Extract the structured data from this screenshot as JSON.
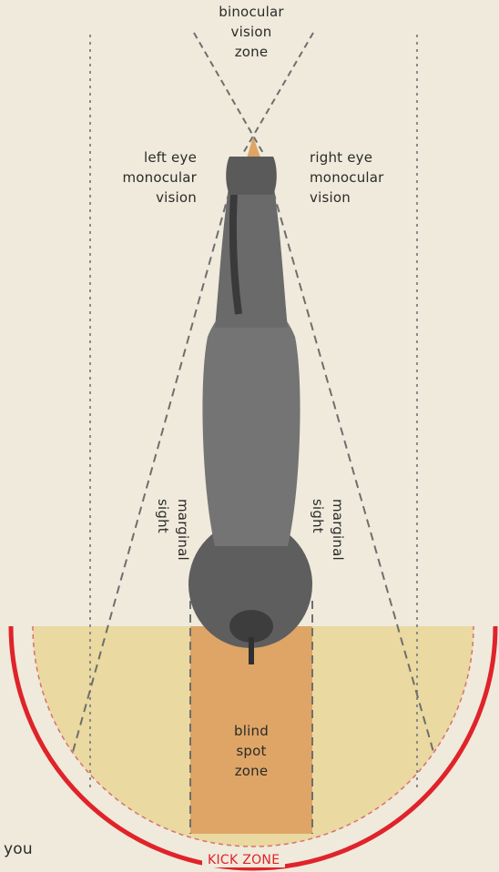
{
  "labels": {
    "binocular": [
      "binocular",
      "vision",
      "zone"
    ],
    "left_eye": [
      "left eye",
      "monocular",
      "vision"
    ],
    "right_eye": [
      "right eye",
      "monocular",
      "vision"
    ],
    "marginal_left": [
      "marginal",
      "sight"
    ],
    "marginal_right": [
      "marginal",
      "sight"
    ],
    "blind_spot": [
      "blind",
      "spot",
      "zone"
    ],
    "kick_zone": "KICK ZONE",
    "you": "you"
  },
  "colors": {
    "background": "#efeadb",
    "monocular_zone": "#ead9a0",
    "blind_spot_zone": "#dea566",
    "kick_arc": "#e0232b",
    "guide_lines": "#7a7a7a",
    "horse_body": "#6d6d6d"
  }
}
